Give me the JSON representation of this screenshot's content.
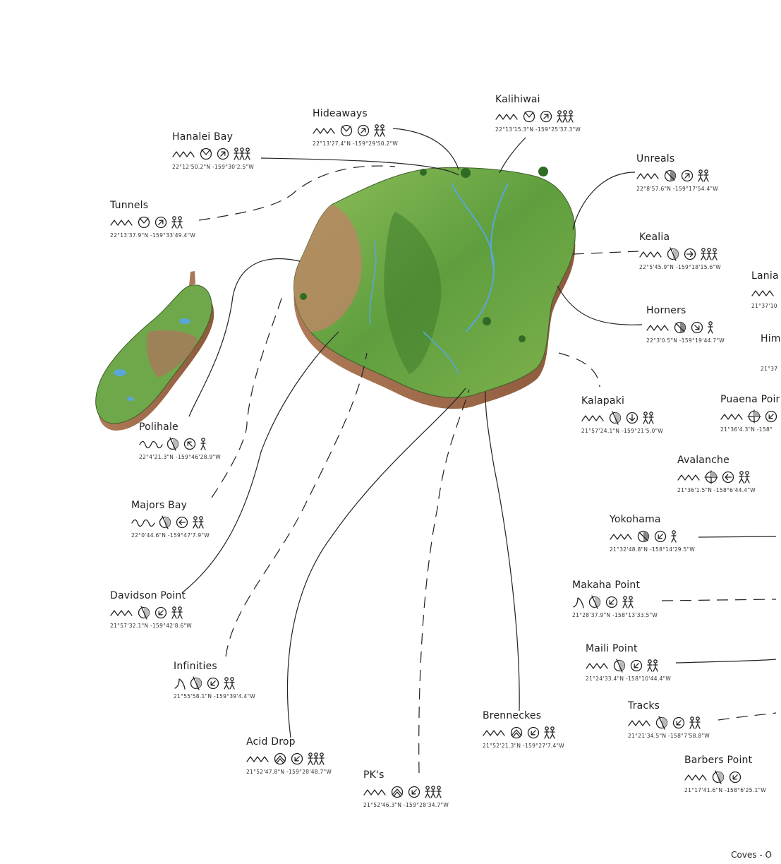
{
  "spots": [
    {
      "id": "hanalei-bay",
      "name": "Hanalei Bay",
      "coords": "22°12'50.2\"N -159°30'2.5\"W",
      "wave": "peaky",
      "tide": "circle-x",
      "dir": "ne",
      "crowd": 3
    },
    {
      "id": "hideaways",
      "name": "Hideaways",
      "coords": "22°13'27.4\"N -159°29'50.2\"W",
      "wave": "peaky",
      "tide": "circle-x",
      "dir": "ne",
      "crowd": 2
    },
    {
      "id": "kalihiwai",
      "name": "Kalihiwai",
      "coords": "22°13'15.3\"N -159°25'37.3\"W",
      "wave": "peaky",
      "tide": "circle-x",
      "dir": "ne",
      "crowd": 3
    },
    {
      "id": "tunnels",
      "name": "Tunnels",
      "coords": "22°13'37.9\"N -159°33'49.4\"W",
      "wave": "peaky",
      "tide": "circle-x",
      "dir": "ne",
      "crowd": 2
    },
    {
      "id": "unreals",
      "name": "Unreals",
      "coords": "22°8'57.6\"N -159°17'54.4\"W",
      "wave": "peaky",
      "tide": "circle-half",
      "dir": "ne",
      "crowd": 2
    },
    {
      "id": "kealia",
      "name": "Kealia",
      "coords": "22°5'45.9\"N -159°18'15.6\"W",
      "wave": "peaky",
      "tide": "circle-slash",
      "dir": "e",
      "crowd": 3
    },
    {
      "id": "horners",
      "name": "Horners",
      "coords": "22°3'0.5\"N -159°19'44.7\"W",
      "wave": "peaky",
      "tide": "circle-half",
      "dir": "se",
      "crowd": 1
    },
    {
      "id": "kalapaki",
      "name": "Kalapaki",
      "coords": "21°57'24.1\"N -159°21'5.0\"W",
      "wave": "peaky",
      "tide": "circle-slash",
      "dir": "s",
      "crowd": 2
    },
    {
      "id": "polihale",
      "name": "Polihale",
      "coords": "22°4'21.3\"N -159°46'28.9\"W",
      "wave": "wavy",
      "tide": "circle-slash",
      "dir": "nw",
      "crowd": 1
    },
    {
      "id": "majors-bay",
      "name": "Majors Bay",
      "coords": "22°0'44.6\"N -159°47'7.9\"W",
      "wave": "wavy",
      "tide": "circle-slash",
      "dir": "w",
      "crowd": 2
    },
    {
      "id": "davidson-point",
      "name": "Davidson Point",
      "coords": "21°57'32.1\"N -159°42'8.6\"W",
      "wave": "peaky",
      "tide": "circle-slash",
      "dir": "sw",
      "crowd": 2
    },
    {
      "id": "infinities",
      "name": "Infinities",
      "coords": "21°55'58.1\"N -159°39'4.4\"W",
      "wave": "curl",
      "tide": "circle-slash",
      "dir": "sw",
      "crowd": 2
    },
    {
      "id": "acid-drop",
      "name": "Acid Drop",
      "coords": "21°52'47.8\"N -159°28'48.7\"W",
      "wave": "peaky",
      "tide": "circle-rise",
      "dir": "sw",
      "crowd": 3
    },
    {
      "id": "pks",
      "name": "PK's",
      "coords": "21°52'46.3\"N -159°28'34.7\"W",
      "wave": "peaky",
      "tide": "circle-rise",
      "dir": "sw",
      "crowd": 3
    },
    {
      "id": "brenneckes",
      "name": "Brenneckes",
      "coords": "21°52'21.3\"N -159°27'7.4\"W",
      "wave": "peaky",
      "tide": "circle-rise",
      "dir": "sw",
      "crowd": 2
    },
    {
      "id": "puaena-point",
      "name": "Puaena Poir",
      "coords": "21°36'4.3\"N -158°",
      "wave": "peaky",
      "tide": "circle-cross",
      "dir": "sw",
      "crowd": 0
    },
    {
      "id": "avalanche",
      "name": "Avalanche",
      "coords": "21°36'1.5\"N -158°6'44.4\"W",
      "wave": "peaky",
      "tide": "circle-cross",
      "dir": "w",
      "crowd": 2
    },
    {
      "id": "yokohama",
      "name": "Yokohama",
      "coords": "21°32'48.8\"N -158°14'29.5\"W",
      "wave": "peaky",
      "tide": "circle-half",
      "dir": "sw",
      "crowd": 1
    },
    {
      "id": "makaha-point",
      "name": "Makaha Point",
      "coords": "21°28'37.9\"N -158°13'33.5\"W",
      "wave": "curl",
      "tide": "circle-slash",
      "dir": "sw",
      "crowd": 2
    },
    {
      "id": "maili-point",
      "name": "Maili Point",
      "coords": "21°24'33.4\"N -158°10'44.4\"W",
      "wave": "peaky",
      "tide": "circle-slash",
      "dir": "sw",
      "crowd": 2
    },
    {
      "id": "tracks",
      "name": "Tracks",
      "coords": "21°21'34.5\"N -158°7'58.8\"W",
      "wave": "peaky",
      "tide": "circle-slash",
      "dir": "sw",
      "crowd": 2
    },
    {
      "id": "barbers-point",
      "name": "Barbers Point",
      "coords": "21°17'41.6\"N -158°6'25.1\"W",
      "wave": "peaky",
      "tide": "circle-slash",
      "dir": "sw",
      "crowd": 0
    },
    {
      "id": "lania",
      "name": "Lania",
      "coords": "21°37'10",
      "wave": "peaky",
      "tide": "",
      "dir": "",
      "crowd": 0
    },
    {
      "id": "him",
      "name": "Him",
      "coords": "21°37",
      "wave": "",
      "tide": "",
      "dir": "",
      "crowd": 0
    }
  ],
  "footer": "Coves - O",
  "colors": {
    "ink": "#222222",
    "land": "#6aa84f",
    "land_dark": "#3f7d2c",
    "cliff": "#a9785a",
    "water": "#5aa6d6"
  }
}
